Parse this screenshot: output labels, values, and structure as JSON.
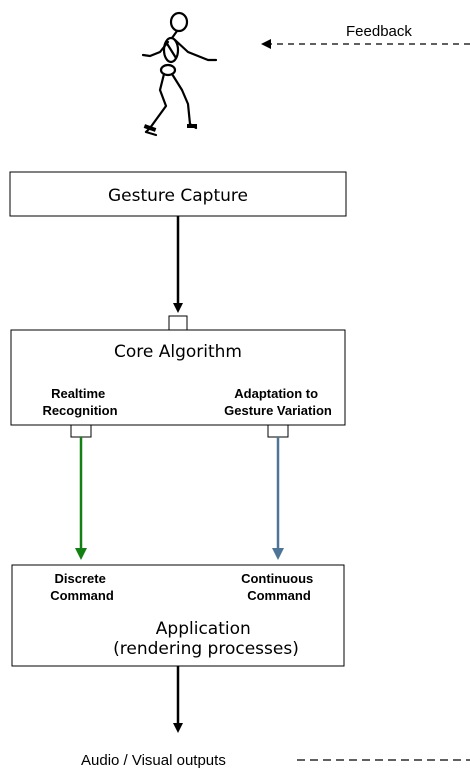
{
  "feedback": {
    "label": "Feedback"
  },
  "gesture_capture": {
    "title": "Gesture Capture"
  },
  "core_algorithm": {
    "title": "Core Algorithm",
    "left_output": {
      "line1": "Realtime",
      "line2": "Recognition"
    },
    "right_output": {
      "line1": "Adaptation to",
      "line2": "Gesture Variation"
    }
  },
  "application": {
    "title_line1": "Application",
    "title_line2": "(rendering processes)",
    "left_input": {
      "line1": "Discrete",
      "line2": "Command"
    },
    "right_input": {
      "line1": "Continuous",
      "line2": "Command"
    }
  },
  "outputs": {
    "label": "Audio / Visual outputs"
  },
  "colors": {
    "discrete_arrow": "#128012",
    "continuous_arrow": "#4e7596",
    "default_stroke": "#000000"
  },
  "icons": {
    "figure": "stick-figure-icon"
  }
}
